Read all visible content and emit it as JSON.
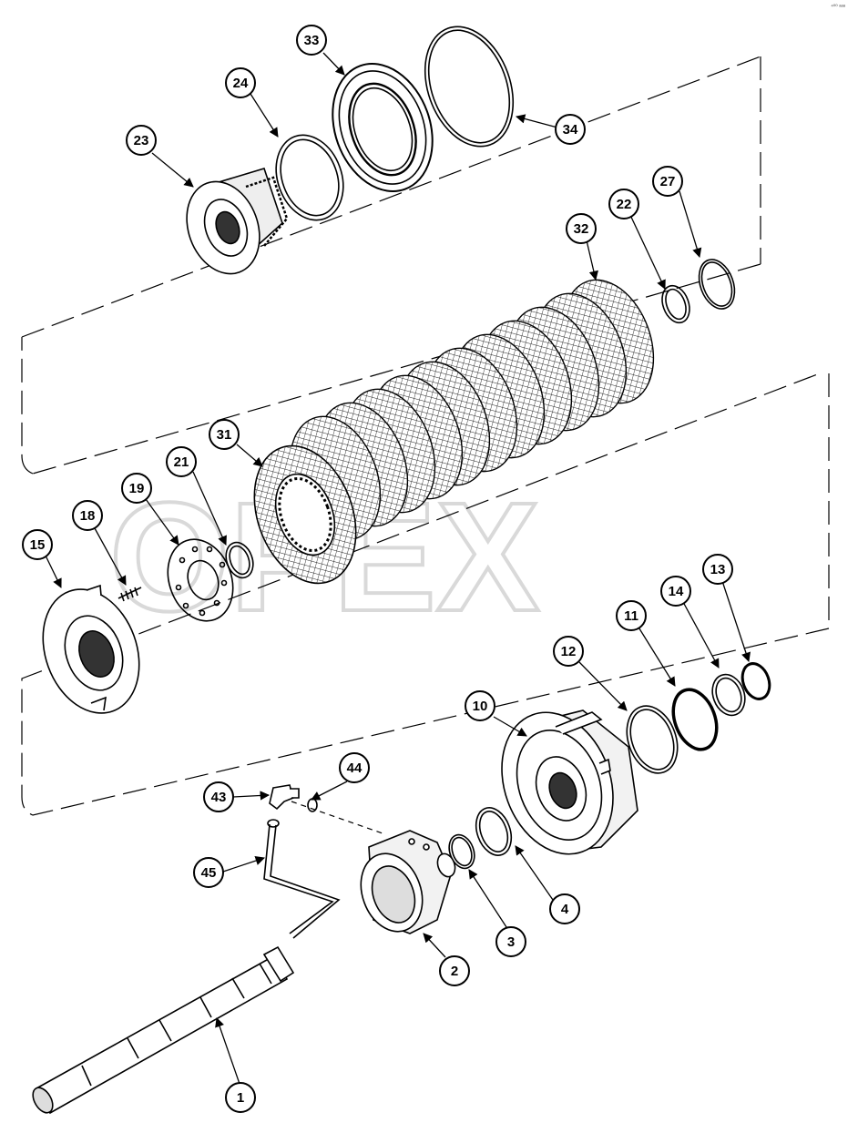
{
  "diagram": {
    "watermark": {
      "text": "OPEX"
    },
    "corner_mark": "⁴⁰⁰ ᵃᵃᵃ",
    "callouts": [
      {
        "id": "c33",
        "label": "33",
        "part": "part-33"
      },
      {
        "id": "c24",
        "label": "24",
        "part": "part-24"
      },
      {
        "id": "c34",
        "label": "34",
        "part": "part-34"
      },
      {
        "id": "c23",
        "label": "23",
        "part": "part-23"
      },
      {
        "id": "c22",
        "label": "22",
        "part": "part-22"
      },
      {
        "id": "c27",
        "label": "27",
        "part": "part-27"
      },
      {
        "id": "c32",
        "label": "32",
        "part": "part-32"
      },
      {
        "id": "c31",
        "label": "31",
        "part": "part-31"
      },
      {
        "id": "c21",
        "label": "21",
        "part": "part-21"
      },
      {
        "id": "c19",
        "label": "19",
        "part": "part-19"
      },
      {
        "id": "c18",
        "label": "18",
        "part": "part-18"
      },
      {
        "id": "c15",
        "label": "15",
        "part": "part-15"
      },
      {
        "id": "c11",
        "label": "11",
        "part": "part-11"
      },
      {
        "id": "c14",
        "label": "14",
        "part": "part-14"
      },
      {
        "id": "c13",
        "label": "13",
        "part": "part-13"
      },
      {
        "id": "c12",
        "label": "12",
        "part": "part-12"
      },
      {
        "id": "c10",
        "label": "10",
        "part": "part-10"
      },
      {
        "id": "c44",
        "label": "44",
        "part": "part-44"
      },
      {
        "id": "c43",
        "label": "43",
        "part": "part-43"
      },
      {
        "id": "c45",
        "label": "45",
        "part": "part-45"
      },
      {
        "id": "c4",
        "label": "4",
        "part": "part-4"
      },
      {
        "id": "c3",
        "label": "3",
        "part": "part-3"
      },
      {
        "id": "c2",
        "label": "2",
        "part": "part-2"
      },
      {
        "id": "c1",
        "label": "1",
        "part": "part-1"
      }
    ]
  }
}
